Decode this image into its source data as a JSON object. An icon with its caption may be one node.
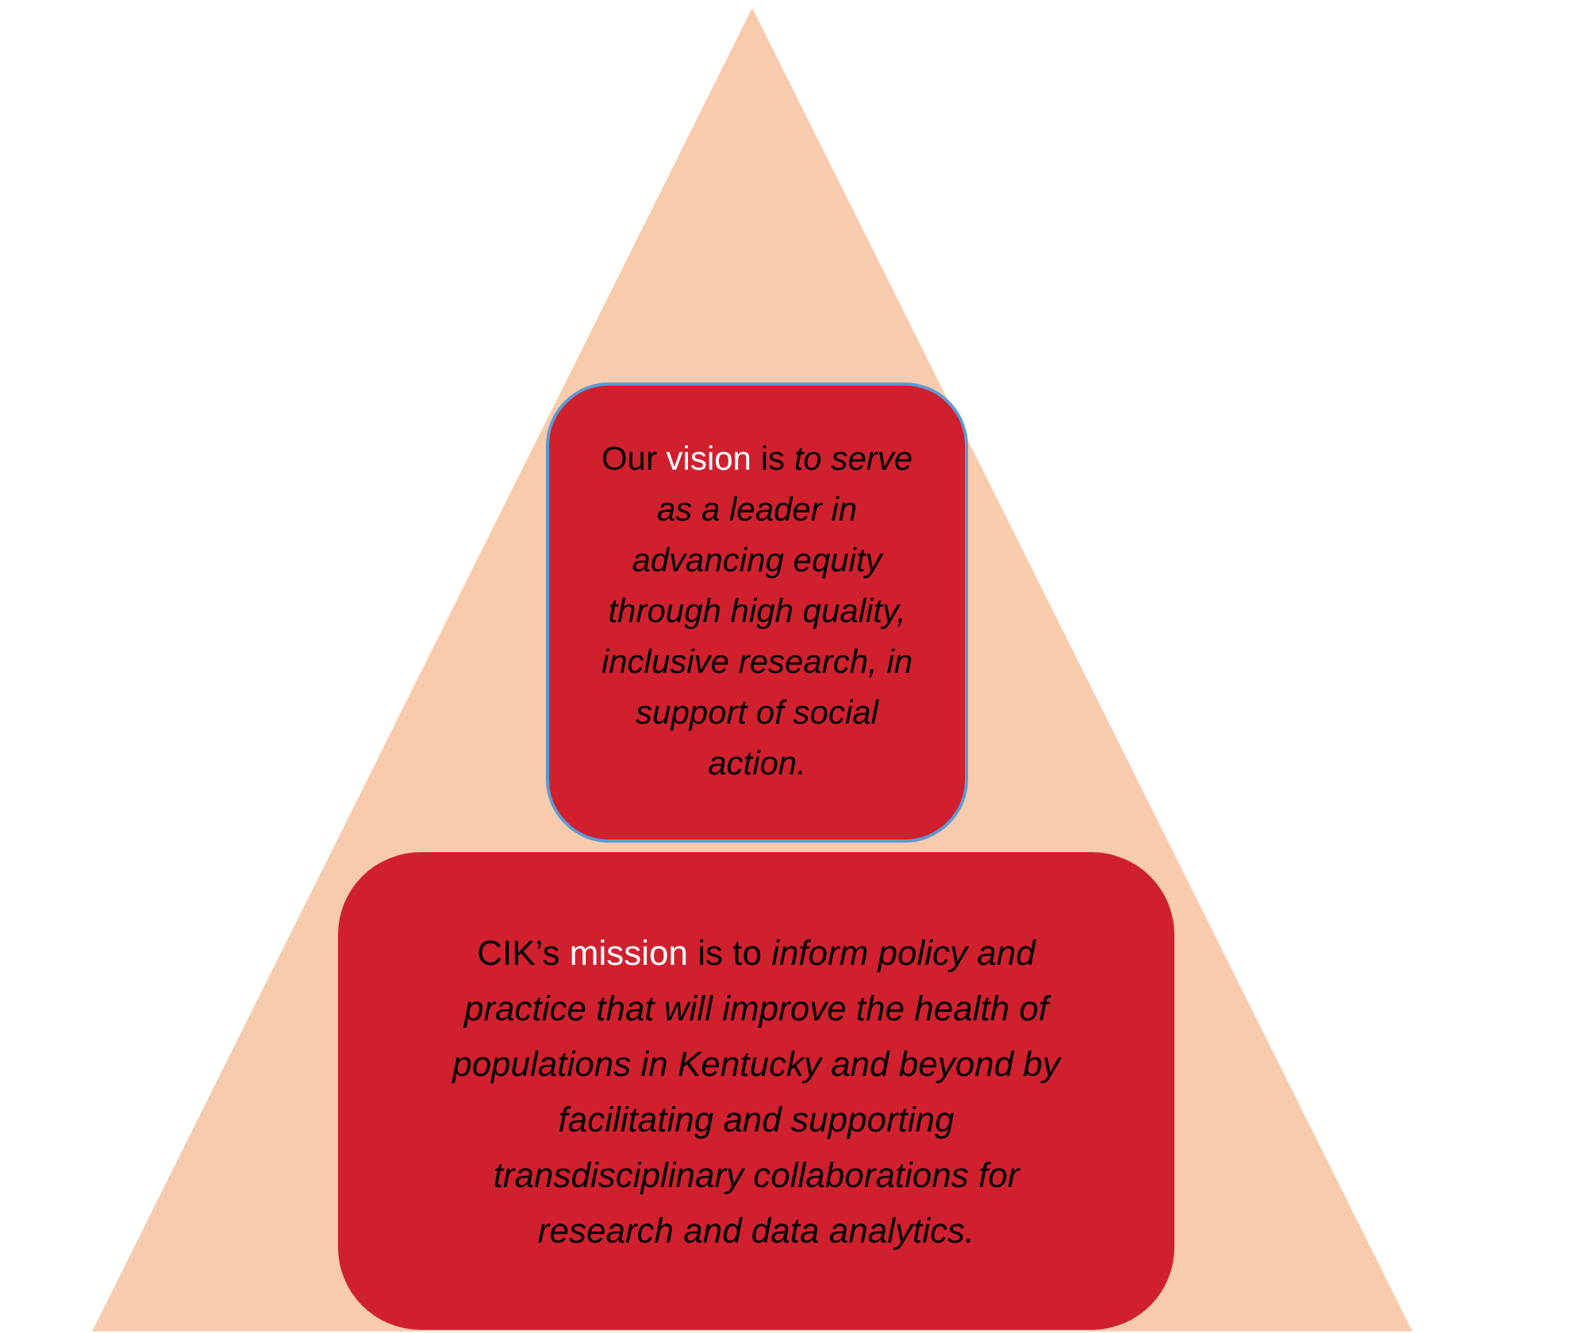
{
  "diagram": {
    "nodes": [
      {
        "text": [],
        "shape": "triangle"
      },
      {
        "text": [
          "Our **vision** is *to serve as a leader in advancing equity through high quality, inclusive research, in support of social action.*"
        ],
        "in": 0
      },
      {
        "text": [
          "CIK’s **mission** is to *inform policy and practice that will improve the health of populations in Kentucky and beyond by facilitating and supporting transdisciplinary collaborations for research and data analytics.*"
        ],
        "in": 0
      }
    ]
  }
}
